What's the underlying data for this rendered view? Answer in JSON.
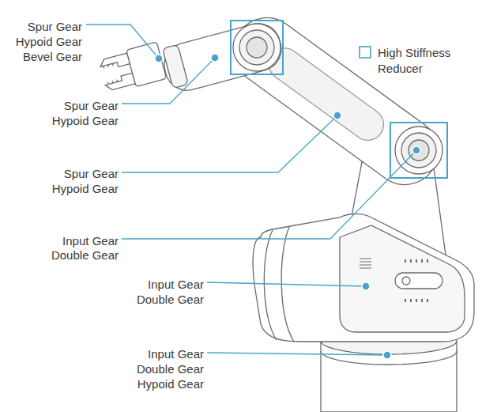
{
  "diagram": {
    "labels": [
      "Spur Gear",
      "Hypoid Gear",
      "Bevel Gear",
      "Spur Gear",
      "Hypoid Gear",
      "Spur Gear",
      "Hypoid Gear",
      "Input Gear",
      "Double Gear",
      "Input Gear",
      "Double Gear",
      "Input Gear",
      "Double Gear",
      "Hypoid Gear"
    ],
    "legend": [
      {
        "text": "High Stiffness Reducer"
      }
    ]
  }
}
